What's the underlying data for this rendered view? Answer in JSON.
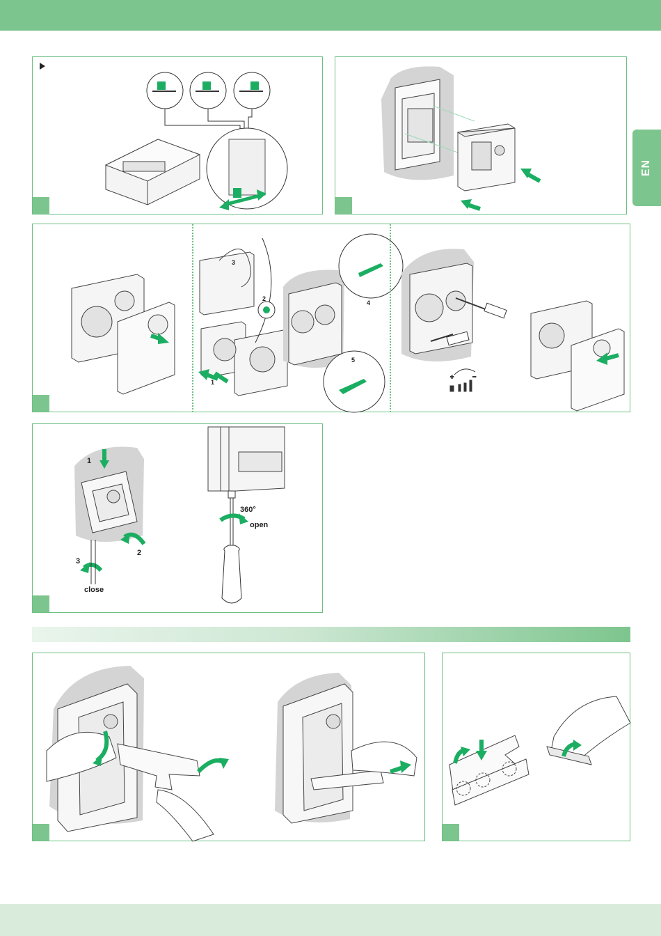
{
  "language_tab": "EN",
  "panel_c": {
    "step_labels": [
      "1",
      "2",
      "3",
      "4",
      "5"
    ]
  },
  "panel_d": {
    "labels": {
      "step1": "1",
      "step2": "2",
      "step3": "3",
      "angle": "360°",
      "open": "open",
      "close": "close"
    }
  },
  "colors": {
    "accent": "#7dc58e",
    "panel_border": "#6cc082",
    "arrow": "#1bae62"
  }
}
